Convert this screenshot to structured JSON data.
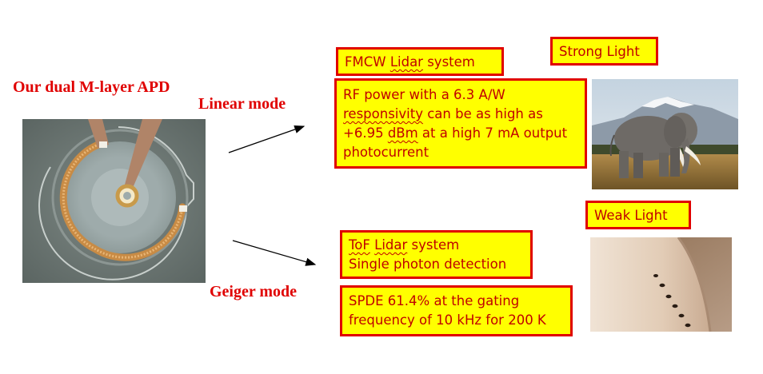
{
  "device": {
    "title": "Our dual M-layer APD"
  },
  "modes": {
    "linear": "Linear mode",
    "geiger": "Geiger mode"
  },
  "linear_branch": {
    "system_label": {
      "prefix": "FMCW ",
      "lidar": "Lidar",
      "suffix": " system"
    },
    "light_label": "Strong Light",
    "desc": {
      "line1": "RF power with a 6.3 A/W",
      "line2_a": "responsivity",
      "line2_b": " can be as high as",
      "line3_a": "+6.95 ",
      "line3_b": "dBm",
      "line3_c": " at a high 7 mA output",
      "line4": "photocurrent"
    }
  },
  "geiger_branch": {
    "system_label": {
      "prefix": "ToF",
      "space": " ",
      "lidar": "Lidar",
      "suffix": " system",
      "line2": "Single photon detection"
    },
    "light_label": "Weak Light",
    "desc": {
      "line1": "SPDE 61.4% at the gating",
      "line2": "frequency of 10 kHz for 200 K"
    }
  },
  "icons": {
    "device": "apd-micrograph",
    "strong": "elephant-photo",
    "weak": "ants-on-branch-photo"
  },
  "colors": {
    "title_red": "#e00000",
    "box_fill": "#ffff00",
    "box_border": "#e00000",
    "box_text": "#c00000"
  }
}
